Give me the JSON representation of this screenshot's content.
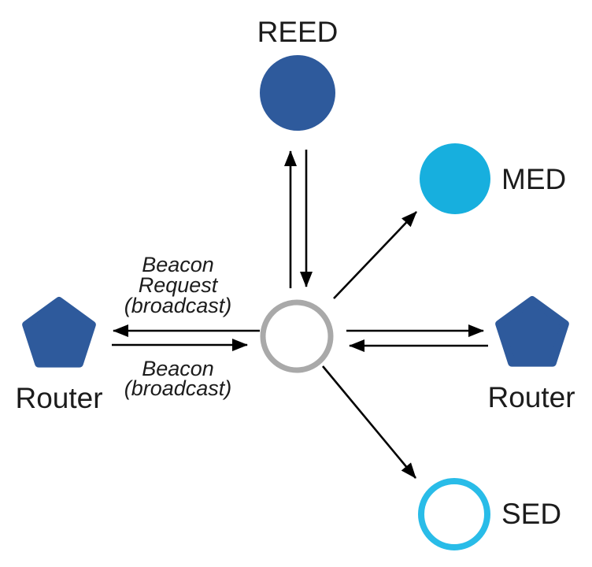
{
  "diagram": {
    "type": "network-topology",
    "background": "#ffffff",
    "line_color": "#000000",
    "text_color": "#1c1c1c",
    "nodes": {
      "reed": {
        "label": "REED",
        "shape": "circle",
        "style": "filled",
        "fill": "#2e5a9c"
      },
      "med": {
        "label": "MED",
        "shape": "circle",
        "style": "filled",
        "fill": "#17afde"
      },
      "router_left": {
        "label": "Router",
        "shape": "pentagon",
        "style": "filled",
        "fill": "#2e5a9c"
      },
      "router_right": {
        "label": "Router",
        "shape": "pentagon",
        "style": "filled",
        "fill": "#2e5a9c"
      },
      "sed": {
        "label": "SED",
        "shape": "circle",
        "style": "outlined",
        "stroke": "#29bce8",
        "fill": "#ffffff"
      },
      "center": {
        "label": "",
        "shape": "circle",
        "style": "outlined",
        "stroke": "#a9a9a9",
        "fill": "#ffffff"
      }
    },
    "edges": [
      {
        "from": "center",
        "to": "reed",
        "arrows": "pair",
        "note": "two parallel arrows, one up one down"
      },
      {
        "from": "center",
        "to": "med",
        "arrows": "single",
        "note": "arrow points to MED"
      },
      {
        "from": "center",
        "to": "router_left",
        "arrows": "pair",
        "note": "upper arrow points to Router, lower arrow points to center"
      },
      {
        "from": "center",
        "to": "router_right",
        "arrows": "pair",
        "note": "upper arrow points to Router, lower arrow points to center"
      },
      {
        "from": "center",
        "to": "sed",
        "arrows": "single",
        "note": "arrow points to SED"
      }
    ],
    "annotations": {
      "beacon_request": {
        "lines": [
          "Beacon",
          "Request",
          "(broadcast)"
        ]
      },
      "beacon": {
        "lines": [
          "Beacon",
          "(broadcast)"
        ]
      }
    }
  }
}
